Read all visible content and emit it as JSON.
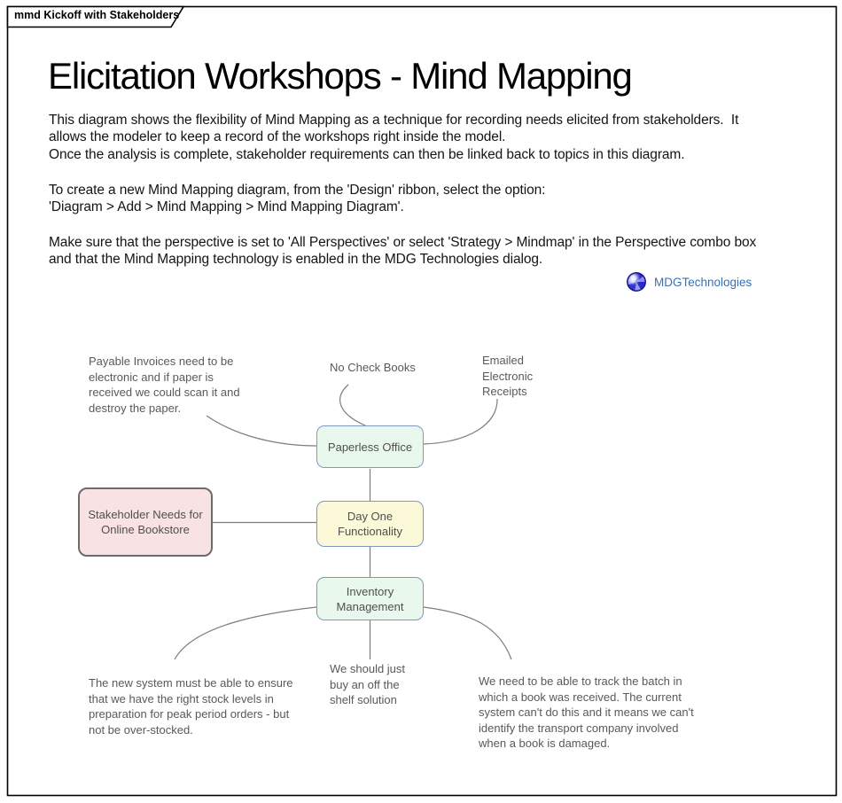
{
  "tab": {
    "label": "mmd Kickoff with Stakeholders"
  },
  "header": {
    "title": "Elicitation Workshops - Mind Mapping"
  },
  "intro": {
    "para1": [
      "This diagram shows the flexibility of Mind Mapping as a technique for recording needs elicited from stakeholders.  It",
      "allows the modeler to keep a record of the workshops right inside the model.",
      "Once the analysis is complete, stakeholder requirements can then be linked back to topics in this diagram."
    ],
    "para2": [
      "To create a new Mind Mapping diagram, from the 'Design' ribbon, select the option:",
      "'Diagram > Add > Mind Mapping > Mind Mapping Diagram'."
    ],
    "para3": [
      "Make sure that the perspective is set to 'All Perspectives' or select 'Strategy > Mindmap' in the Perspective combo box",
      "and that the Mind Mapping technology is enabled in the MDG Technologies dialog."
    ]
  },
  "mdg": {
    "label": "MDGTechnologies",
    "icon": "mdg-globe-icon",
    "link_color": "#3a70b5"
  },
  "mindmap": {
    "nodes": {
      "root": {
        "lines": [
          "Stakeholder Needs for",
          "Online Bookstore"
        ],
        "fill": "#f9e2e3",
        "border": "#6b6b6b"
      },
      "paperless": {
        "lines": [
          "Paperless Office"
        ],
        "fill": "#e9f8ec",
        "border": "#8497c9"
      },
      "dayone": {
        "lines": [
          "Day One",
          "Functionality"
        ],
        "fill": "#fcf9d8",
        "border": "#7e95c9"
      },
      "inventory": {
        "lines": [
          "Inventory",
          "Management"
        ],
        "fill": "#e9f8ec",
        "border": "#7e95c9"
      }
    },
    "notes": {
      "payable": {
        "lines": [
          "Payable Invoices need to be",
          "electronic and if paper is",
          "received we could scan it and",
          "destroy the paper."
        ]
      },
      "no_check": {
        "lines": [
          "No Check Books"
        ]
      },
      "receipts": {
        "lines": [
          "Emailed",
          "Electronic",
          "Receipts"
        ]
      },
      "shelf": {
        "lines": [
          "We should just",
          "buy an off the",
          "shelf solution"
        ]
      },
      "stock": {
        "lines": [
          "The new system must be able to ensure",
          "that we have the right stock levels in",
          "preparation for peak period orders - but",
          "not be over-stocked."
        ]
      },
      "batch": {
        "lines": [
          "We need to be able to track the batch in",
          "which a book was received. The current",
          "system can't do this and it means we can't",
          "identify the transport company involved",
          "when a book is damaged."
        ]
      }
    },
    "edges": [
      {
        "from": "note-payable-invoices",
        "to": "node-paperless-office"
      },
      {
        "from": "note-no-check-books",
        "to": "node-paperless-office"
      },
      {
        "from": "note-emailed-receipts",
        "to": "node-paperless-office"
      },
      {
        "from": "node-paperless-office",
        "to": "node-day-one-functionality"
      },
      {
        "from": "node-stakeholder-needs",
        "to": "node-day-one-functionality"
      },
      {
        "from": "node-day-one-functionality",
        "to": "node-inventory-management"
      },
      {
        "from": "node-inventory-management",
        "to": "note-off-the-shelf"
      },
      {
        "from": "node-inventory-management",
        "to": "note-stock-levels"
      },
      {
        "from": "node-inventory-management",
        "to": "note-track-batch"
      }
    ],
    "colors": {
      "connector": "#7d7d7d",
      "note_text": "#595959",
      "node_text": "#4f4f4f"
    }
  }
}
